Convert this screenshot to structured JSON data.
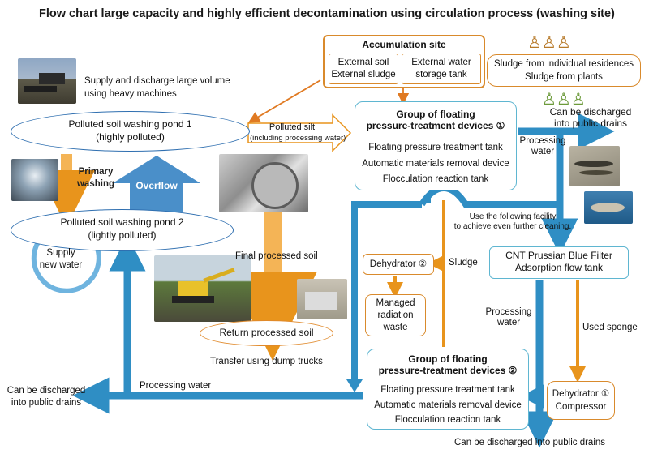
{
  "title": "Flow chart large capacity and highly efficient decontamination using circulation process (washing site)",
  "accumulation": {
    "title": "Accumulation site",
    "left_lines": [
      "External soil",
      "External sludge"
    ],
    "right_lines": [
      "External water",
      "storage tank"
    ]
  },
  "sludge_sources": [
    "Sludge from individual residences",
    "Sludge from plants"
  ],
  "heavy_machines": [
    "Supply and discharge large volume",
    "using heavy machines"
  ],
  "pond1": [
    "Polluted soil washing pond 1",
    "(highly polluted)"
  ],
  "pond2": [
    "Polluted soil washing pond 2",
    "(lightly polluted)"
  ],
  "polluted_silt": [
    "Polluted silt",
    "(including processing water)"
  ],
  "group1": {
    "title": [
      "Group of floating",
      "pressure-treatment devices ①"
    ],
    "items": [
      "Floating pressure treatment tank",
      "Automatic materials removal device",
      "Flocculation reaction tank"
    ]
  },
  "group2": {
    "title": [
      "Group of floating",
      "pressure-treatment devices ②"
    ],
    "items": [
      "Floating pressure treatment tank",
      "Automatic materials removal device",
      "Flocculation reaction tank"
    ]
  },
  "drains_top_right": [
    "Can be discharged",
    "into public drains"
  ],
  "processing_water_top": [
    "Processing",
    "water"
  ],
  "primary_washing": [
    "Primary",
    "washing"
  ],
  "overflow": "Overflow",
  "supply_new_water": [
    "Supply",
    "new water"
  ],
  "further_cleaning": [
    "Use the following facility",
    "to achieve even further cleaning."
  ],
  "dehydrator2": "Dehydrator ②",
  "sludge": "Sludge",
  "managed_waste": [
    "Managed",
    "radiation",
    "waste"
  ],
  "cnt": [
    "CNT Prussian Blue Filter",
    "Adsorption flow tank"
  ],
  "processing_water_right": [
    "Processing",
    "water"
  ],
  "used_sponge": "Used sponge",
  "dehydrator1": [
    "Dehydrator ①",
    "Compressor"
  ],
  "final_soil": "Final processed soil",
  "return_soil": "Return processed soil",
  "transfer": "Transfer using dump trucks",
  "processing_water_bottom": "Processing water",
  "drains_left": [
    "Can be discharged",
    "into public drains"
  ],
  "drains_bottom": "Can be discharged into public drains",
  "colors": {
    "blue_flow": "#2f8ec4",
    "orange_flow": "#e8941c",
    "box_blue": "#5fb6d1",
    "box_orange": "#d98a2c"
  }
}
